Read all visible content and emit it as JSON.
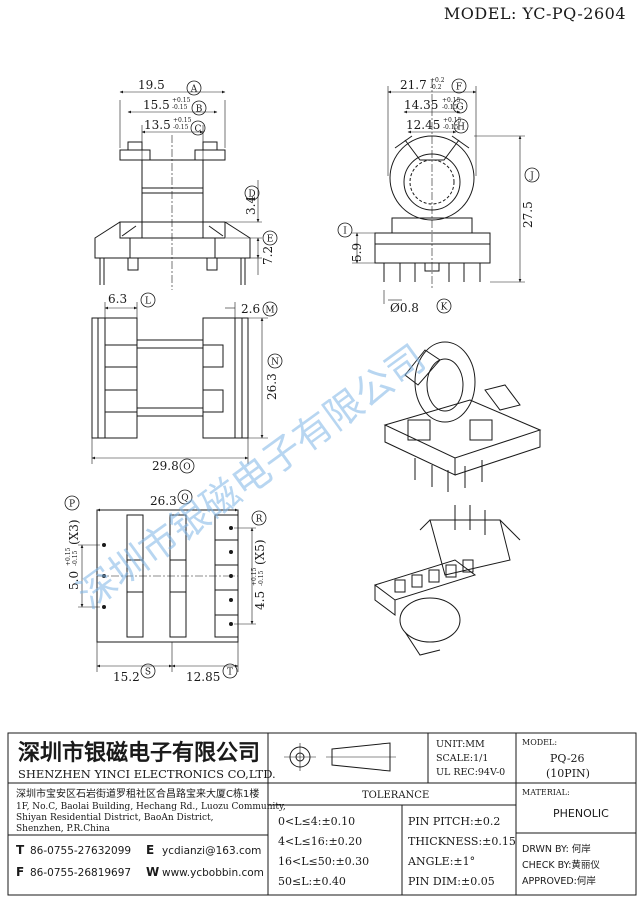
{
  "header": {
    "model_title": "MODEL: YC-PQ-2604"
  },
  "dimensions": {
    "A": {
      "value": "19.5",
      "tol_up": "",
      "tol_dn": ""
    },
    "B": {
      "value": "15.5",
      "tol_up": "+0.15",
      "tol_dn": "-0.15"
    },
    "C": {
      "value": "13.5",
      "tol_up": "+0.15",
      "tol_dn": "-0.15"
    },
    "D": {
      "value": "3.4"
    },
    "E": {
      "value": "7.2"
    },
    "F": {
      "value": "21.7",
      "tol_up": "+0.2",
      "tol_dn": "-0.2"
    },
    "G": {
      "value": "14.35",
      "tol_up": "+0.15",
      "tol_dn": "-0.15"
    },
    "H": {
      "value": "12.45",
      "tol_up": "+0.15",
      "tol_dn": "-0.15"
    },
    "I": {
      "value": "5.9"
    },
    "J": {
      "value": "27.5"
    },
    "K": {
      "value": "Ø0.8"
    },
    "L": {
      "value": "6.3"
    },
    "M": {
      "value": "2.6"
    },
    "N": {
      "value": "26.3"
    },
    "O": {
      "value": "29.8"
    },
    "P": {
      "value": "5.0",
      "tol_up": "+0.15",
      "tol_dn": "-0.15",
      "mult": "(X3)"
    },
    "Q": {
      "value": "26.3"
    },
    "R": {
      "value": "4.5",
      "tol_up": "+0.15",
      "tol_dn": "-0.15",
      "mult": "(X5)"
    },
    "S": {
      "value": "15.2"
    },
    "T": {
      "value": "12.85"
    }
  },
  "labels": [
    "A",
    "B",
    "C",
    "D",
    "E",
    "F",
    "G",
    "H",
    "I",
    "J",
    "K",
    "L",
    "M",
    "N",
    "O",
    "P",
    "Q",
    "R",
    "S",
    "T"
  ],
  "watermark": "深圳市银磁电子有限公司",
  "company": {
    "name_cn": "深圳市银磁电子有限公司",
    "name_en": "SHENZHEN YINCI ELECTRONICS CO,LTD.",
    "address_cn": "深圳市宝安区石岩街道罗租社区合昌路宝来大厦C栋1楼",
    "address_en_1": "1F, No.C, Baolai Building, Hechang Rd., Luozu Community,",
    "address_en_2": "Shiyan Residential District, BaoAn District,",
    "address_en_3": "Shenzhen, P.R.China",
    "tel_label": "T",
    "tel": "86-0755-27632099",
    "fax_label": "F",
    "fax": "86-0755-26819697",
    "email_label": "E",
    "email": "ycdianzi@163.com",
    "web_label": "W",
    "web": "www.ycbobbin.com"
  },
  "spec": {
    "unit": "UNIT:MM",
    "scale": "SCALE:1/1",
    "ul": "UL REC:94V-0",
    "model_label": "MODEL:",
    "model": "PQ-26",
    "pins": "(10PIN)",
    "tolerance_title": "TOLERANCE",
    "tolerance_left": [
      "0<L≤4:±0.10",
      "4<L≤16:±0.20",
      "16<L≤50:±0.30",
      "50≤L:±0.40"
    ],
    "tolerance_right": [
      "PIN PITCH:±0.2",
      "THICKNESS:±0.15",
      "ANGLE:±1°",
      "PIN DIM:±0.05"
    ],
    "material_label": "MATERIAL:",
    "material": "PHENOLIC",
    "drawn_by": "DRWN BY: 何岸",
    "check_by": "CHECK BY:黄丽仪",
    "approved": "APPROVED:何岸"
  }
}
